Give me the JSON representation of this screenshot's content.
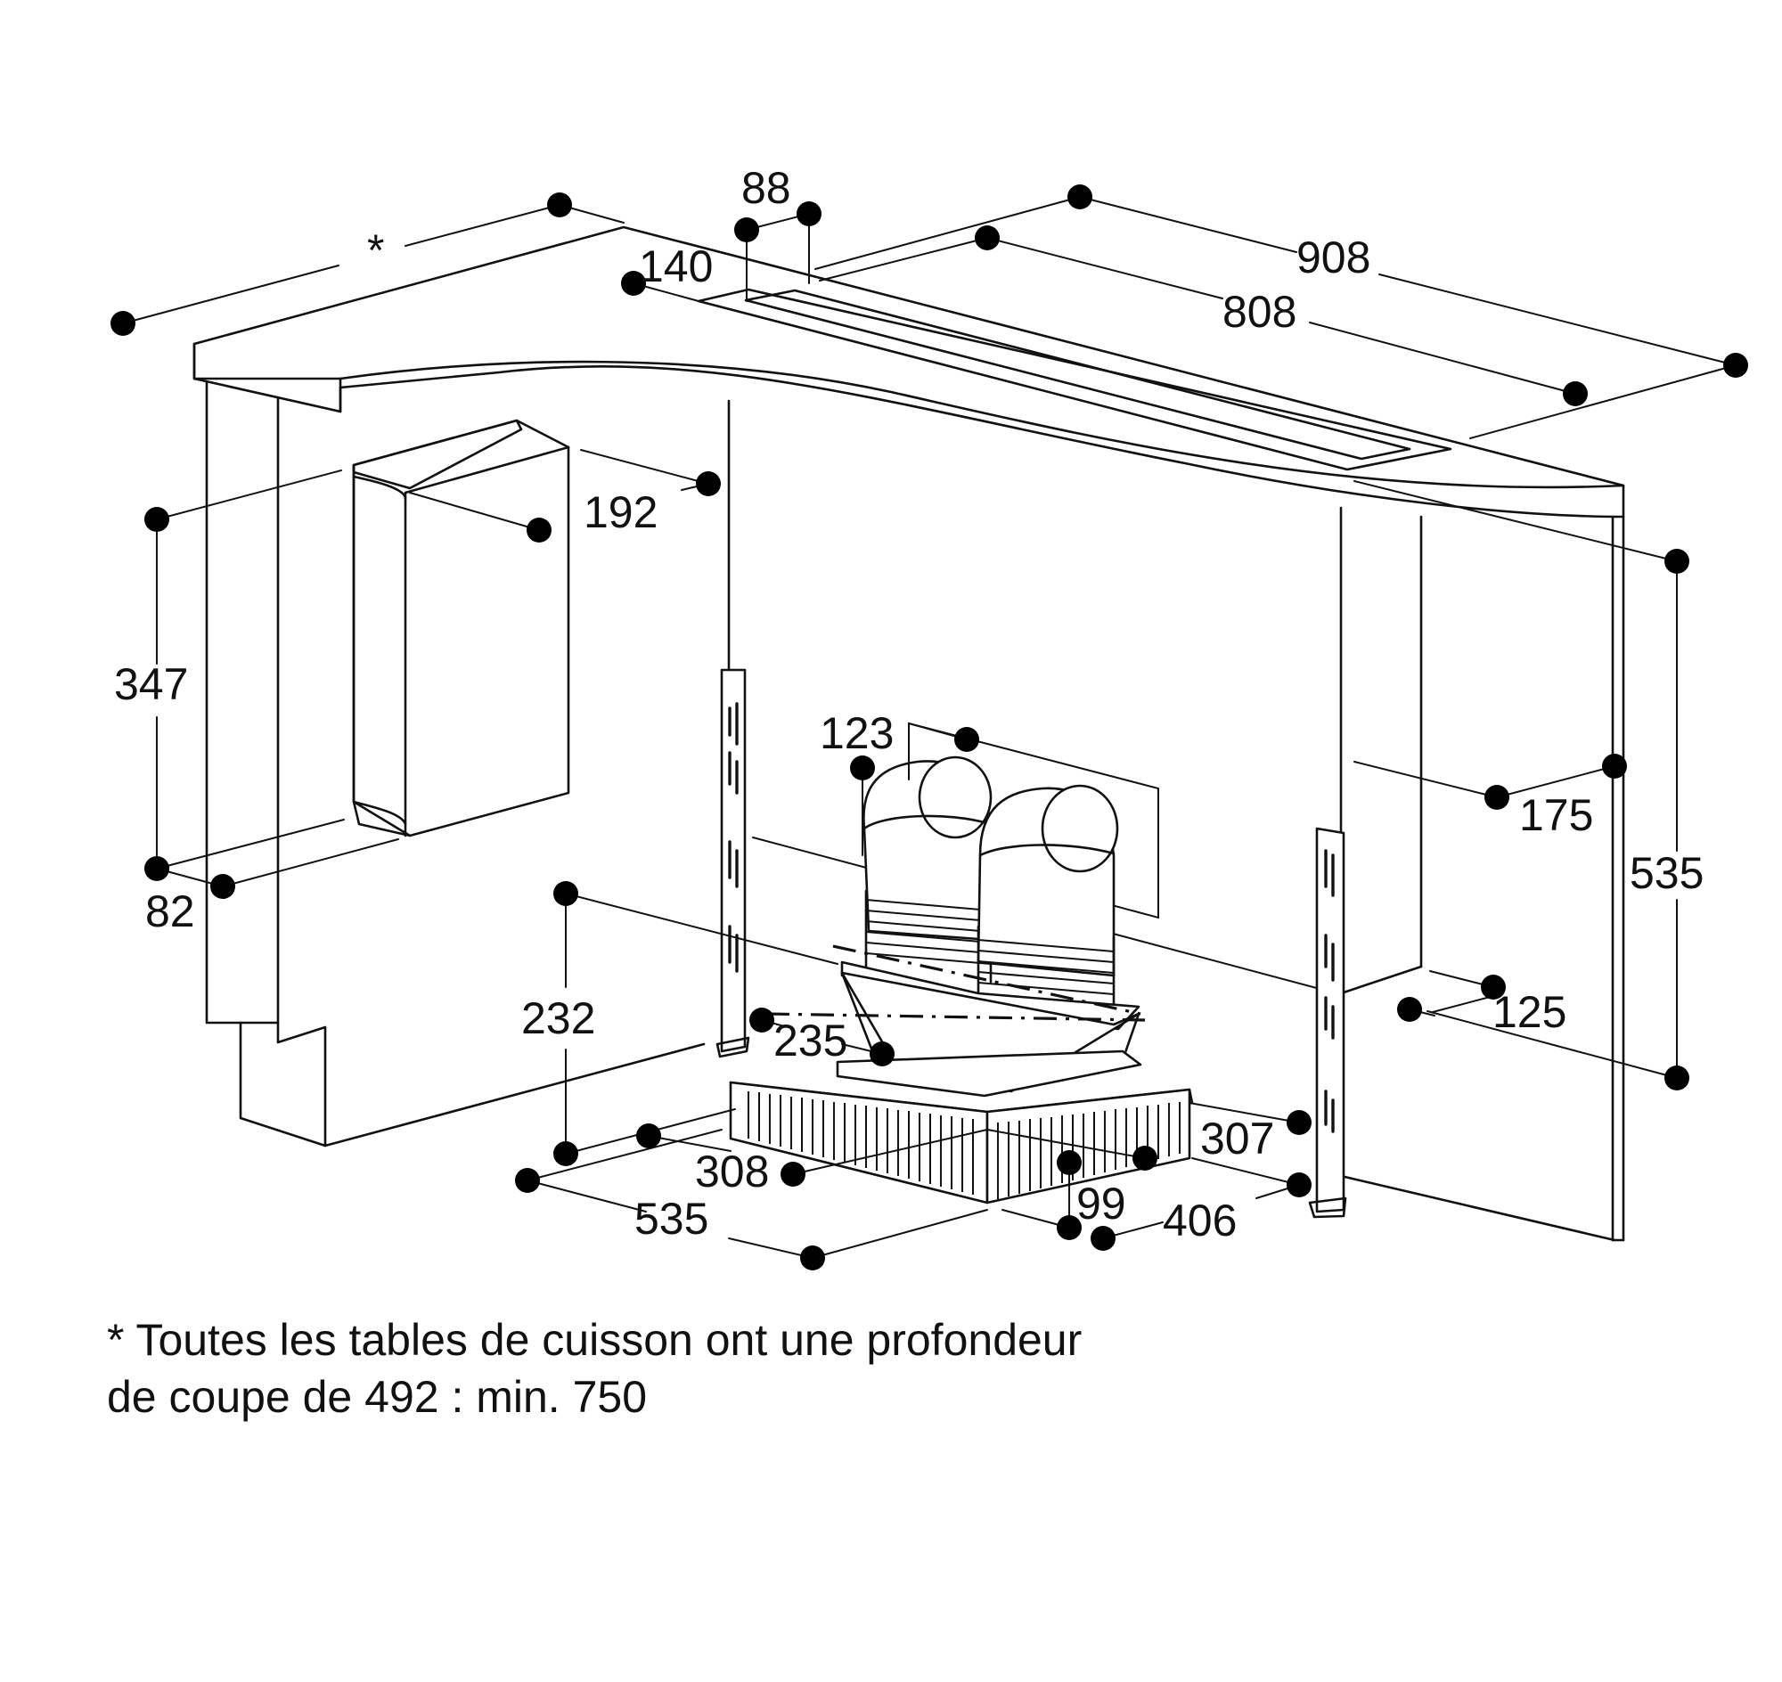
{
  "diagram": {
    "dimensions": {
      "star": "*",
      "d88": "88",
      "d140": "140",
      "d908": "908",
      "d808": "808",
      "d192": "192",
      "d347": "347",
      "d82": "82",
      "d123": "123",
      "d175": "175",
      "d535_right": "535",
      "d125": "125",
      "d232": "232",
      "d235": "235",
      "d307": "307",
      "d308": "308",
      "d99": "99",
      "d406": "406",
      "d535_bottom": "535"
    },
    "footnote": {
      "line1": "* Toutes les tables de cuisson ont une profondeur",
      "line2": "de coupe de 492 : min. 750"
    }
  }
}
